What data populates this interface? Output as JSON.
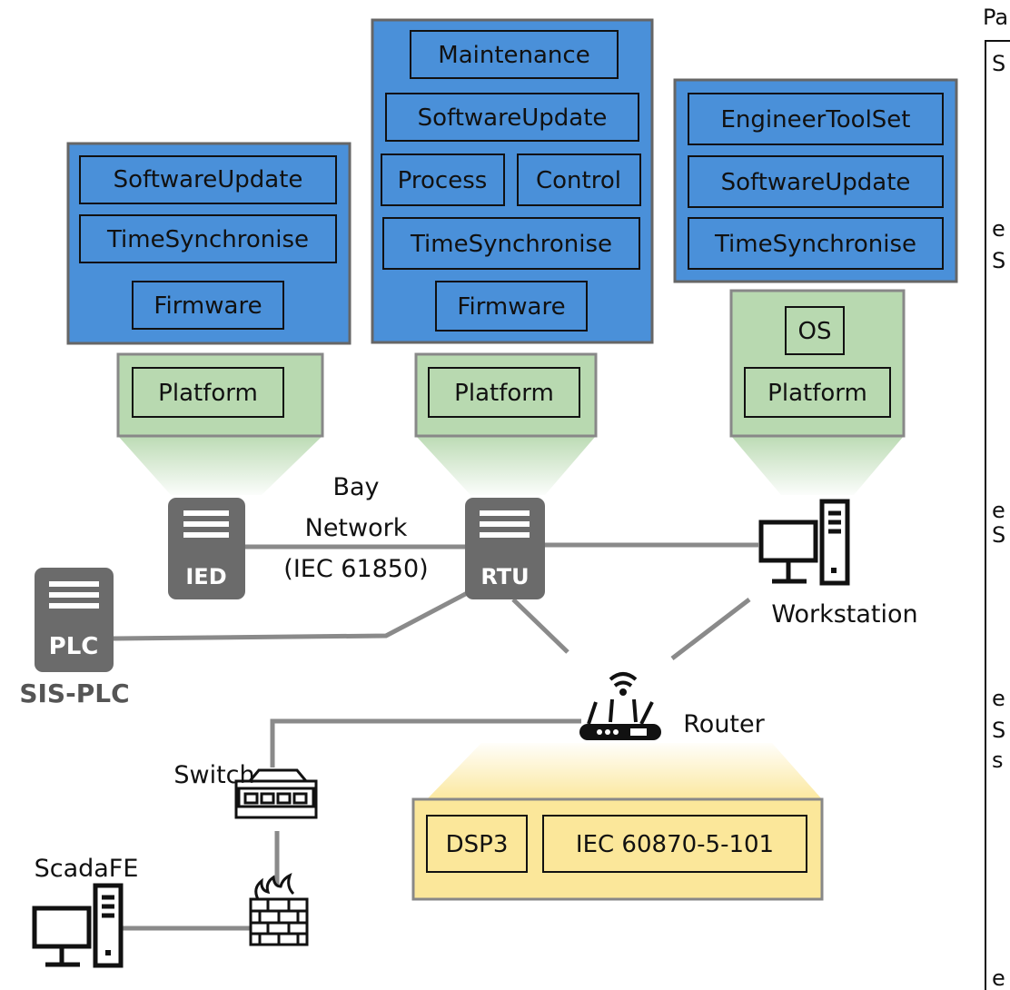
{
  "colors": {
    "software_layer": "#4a90d9",
    "platform_layer": "#b8d9b0",
    "protocol_layer": "#fbe79a",
    "device_gray": "#6b6b6b",
    "link_gray": "#888888"
  },
  "nodes": {
    "ied": {
      "device_label": "IED",
      "icon": "server-icon",
      "software": [
        "SoftwareUpdate",
        "TimeSynchronise",
        "Firmware"
      ],
      "platform": [
        "Platform"
      ]
    },
    "rtu": {
      "device_label": "RTU",
      "icon": "server-icon",
      "software": [
        "Maintenance",
        "SoftwareUpdate",
        "Process",
        "Control",
        "TimeSynchronise",
        "Firmware"
      ],
      "platform": [
        "Platform"
      ]
    },
    "workstation": {
      "device_label": "Workstation",
      "icon": "desktop-computer-icon",
      "software": [
        "EngineerToolSet",
        "SoftwareUpdate",
        "TimeSynchronise"
      ],
      "platform": [
        "OS",
        "Platform"
      ]
    },
    "plc": {
      "device_label": "PLC",
      "caption": "SIS-PLC",
      "icon": "server-icon"
    },
    "router": {
      "device_label": "Router",
      "icon": "wifi-router-icon",
      "protocols": [
        "DSP3",
        "IEC 60870-5-101"
      ]
    },
    "switch": {
      "device_label": "Switch",
      "icon": "network-switch-icon"
    },
    "firewall": {
      "icon": "firewall-icon"
    },
    "scadafe": {
      "device_label": "ScadaFE",
      "icon": "desktop-computer-icon"
    }
  },
  "bay_network": {
    "line1": "Bay",
    "line2": "Network",
    "line3": "(IEC 61850)"
  },
  "side_panel": {
    "heading": "Pa",
    "fragments": [
      "S",
      "e",
      "S",
      "e",
      "S",
      "e",
      "S",
      "s",
      "e"
    ]
  }
}
